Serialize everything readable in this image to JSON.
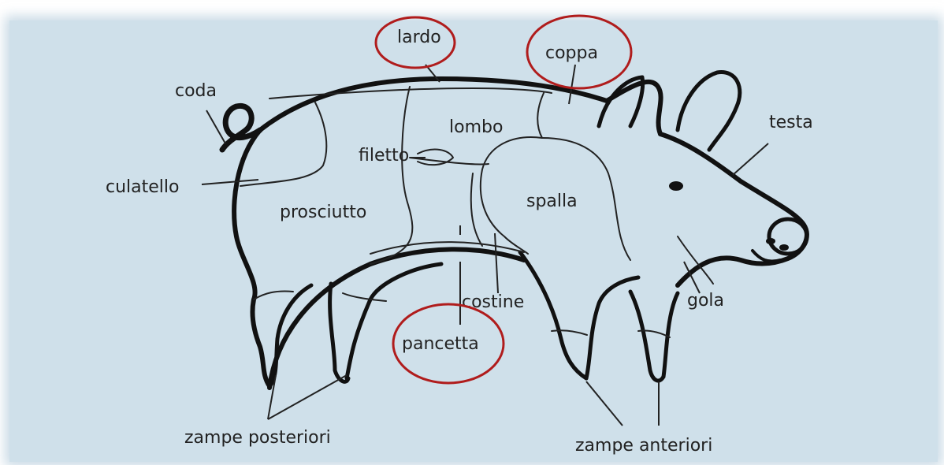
{
  "colors": {
    "background": "#cfe0ea",
    "outline": "#111111",
    "highlight": "#b01c1c"
  },
  "labels": {
    "lardo": "lardo",
    "coppa": "coppa",
    "coda": "coda",
    "testa": "testa",
    "lombo": "lombo",
    "filetto": "filetto",
    "culatello": "culatello",
    "spalla": "spalla",
    "prosciutto": "prosciutto",
    "costine": "costine",
    "gola": "gola",
    "pancetta": "pancetta",
    "zampe_posteriori": "zampe posteriori",
    "zampe_anteriori": "zampe anteriori"
  },
  "highlighted": [
    "lardo",
    "coppa",
    "pancetta"
  ]
}
